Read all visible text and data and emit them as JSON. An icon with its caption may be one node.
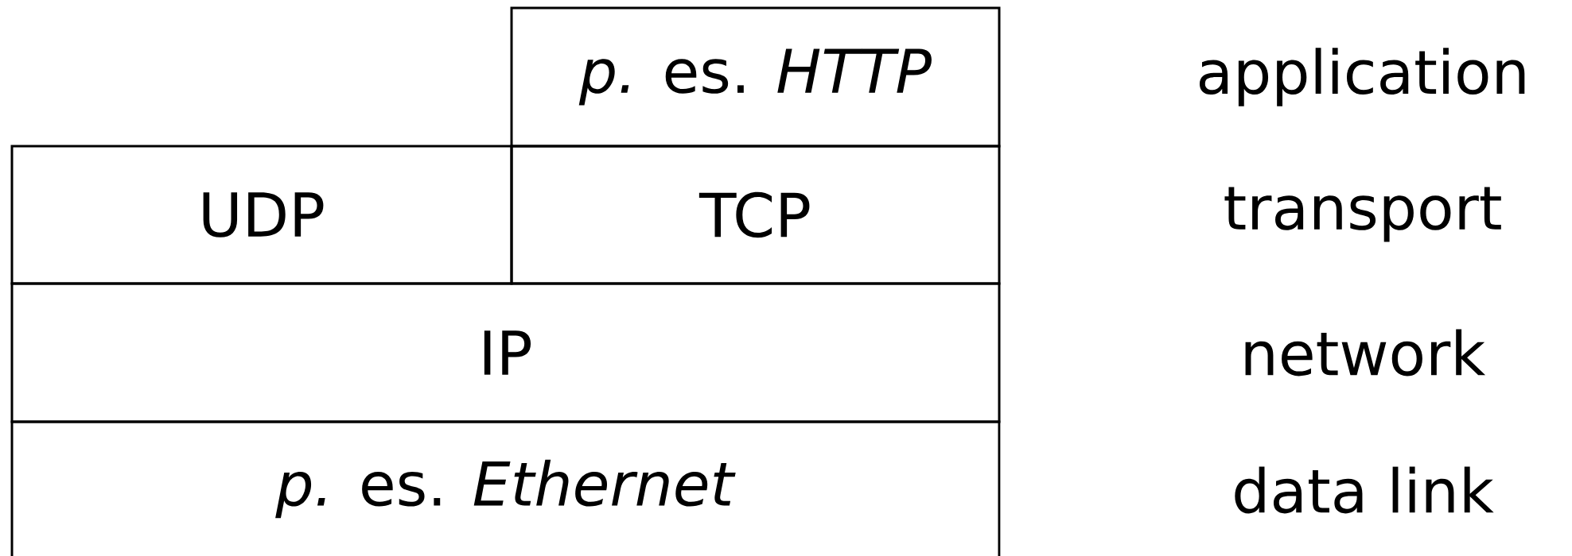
{
  "diagram": {
    "nodes": [
      {
        "text": [
          "*p.* es. *HTTP*"
        ]
      },
      {
        "text": [
          "UDP"
        ]
      },
      {
        "text": [
          "TCP"
        ]
      },
      {
        "text": [
          "IP"
        ]
      },
      {
        "text": [
          "*p.* es. *Ethernet*"
        ]
      }
    ],
    "labels": [
      "application",
      "transport",
      "network",
      "data link"
    ]
  }
}
